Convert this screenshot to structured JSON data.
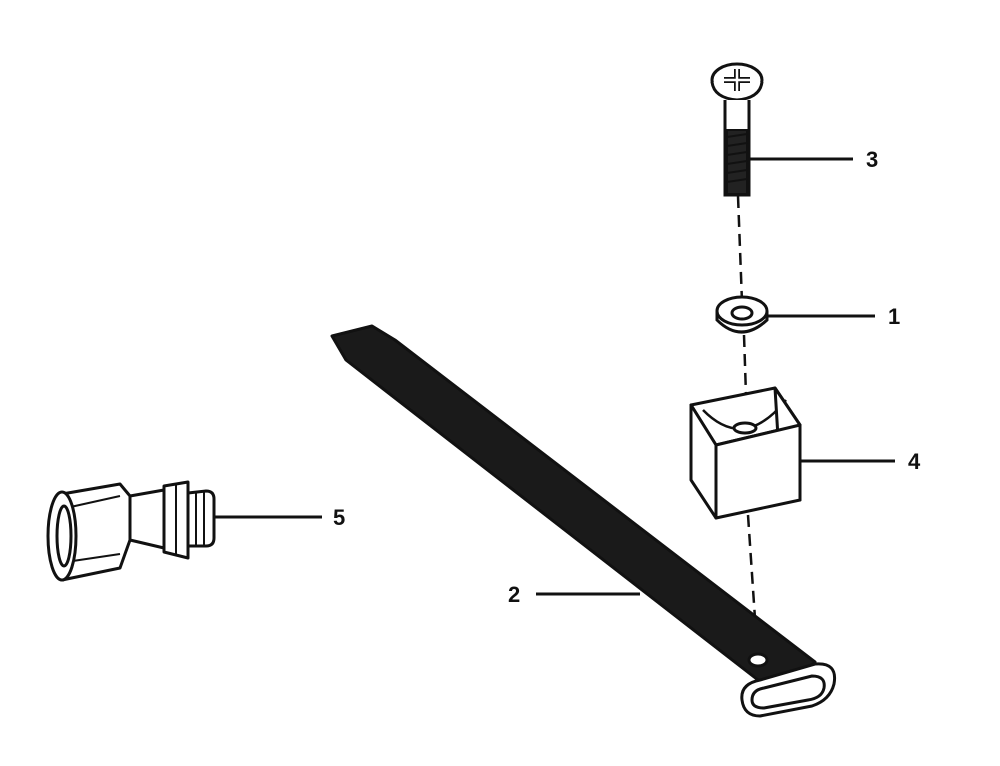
{
  "callouts": {
    "washer": "1",
    "strap": "2",
    "screw": "3",
    "block": "4",
    "coupler": "5"
  },
  "colors": {
    "ink": "#111111",
    "paper": "#ffffff",
    "shade": "#d9d9d9"
  }
}
